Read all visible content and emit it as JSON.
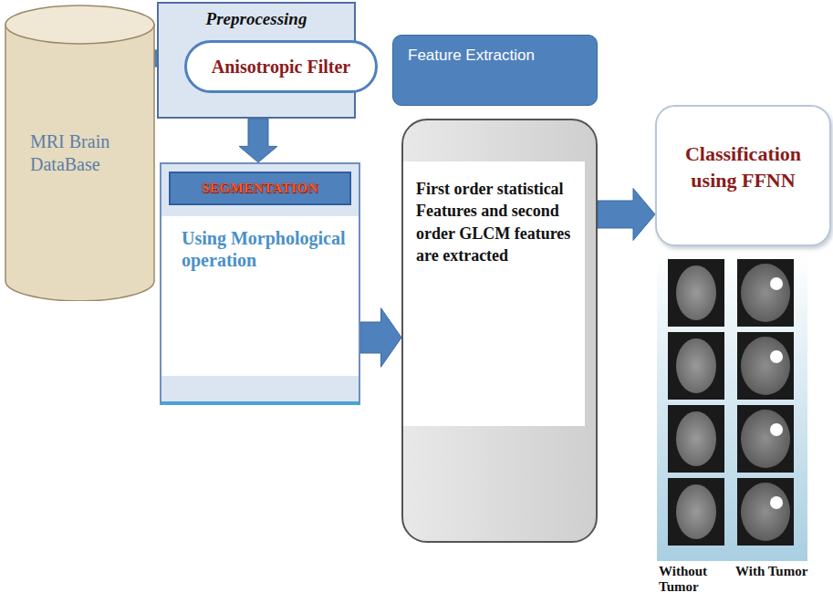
{
  "diagram": {
    "nodes": [
      {
        "text": [
          "MRI Brain DataBase"
        ]
      },
      {
        "text": [
          "Preprocessing"
        ]
      },
      {
        "text": [
          "Anisotropic Filter"
        ],
        "in": 1
      },
      {
        "text": [
          "SEGMENTATION",
          "Using Morphological operation"
        ]
      },
      {
        "text": [
          "Feature Extraction"
        ]
      },
      {
        "text": [
          "First order statistical Features and second order GLCM features are extracted"
        ]
      },
      {
        "text": [
          "Classification using FFNN"
        ]
      }
    ],
    "edges": [
      {
        "from": 0,
        "to": 2,
        "arrow": "none"
      },
      {
        "from": 1,
        "to": 3,
        "arrow": "to"
      },
      {
        "from": 3,
        "to": 5,
        "arrow": "to"
      },
      {
        "from": 5,
        "to": 6,
        "arrow": "to"
      }
    ],
    "labels": [
      "Without Tumor",
      "With Tumor"
    ]
  }
}
